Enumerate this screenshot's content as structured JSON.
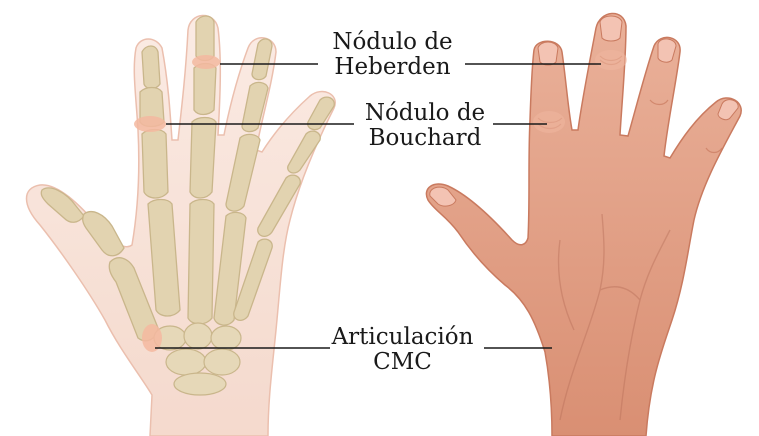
{
  "labels": {
    "heberden": {
      "line1": "Nódulo de",
      "line2": "Heberden"
    },
    "bouchard": {
      "line1": "Nódulo de",
      "line2": "Bouchard"
    },
    "cmc": {
      "line1": "Articulación",
      "line2": "CMC"
    }
  },
  "colors": {
    "bone": "#e2d3b0",
    "bone_edge": "#c9b68b",
    "skin_translucent": "#f6d9cc",
    "skin": "#e7a488",
    "skin_edge": "#c97a5f",
    "nodule": "#f4b9a0",
    "leader_line": "#1a1a1a"
  }
}
